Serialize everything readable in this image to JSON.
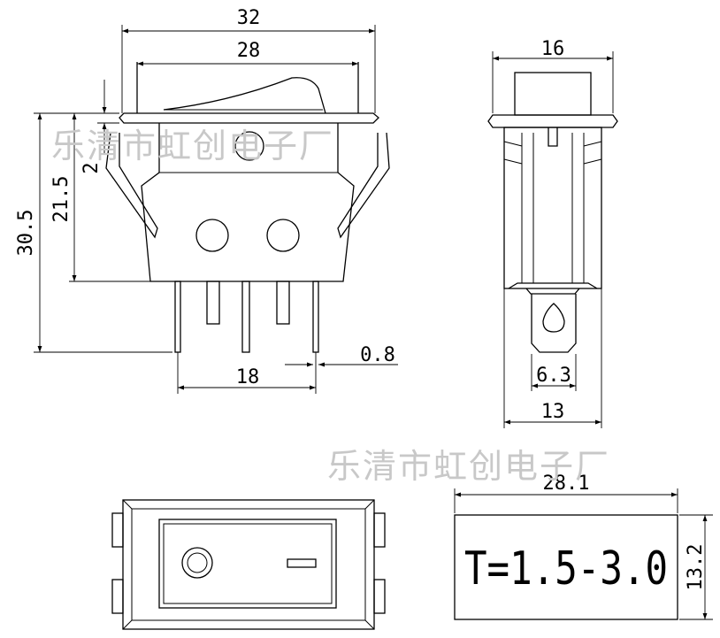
{
  "watermark": "乐清市虹创电子厂",
  "front_view": {
    "dims": {
      "overall_width": "32",
      "rocker_width": "28",
      "overall_height": "30.5",
      "body_height": "21.5",
      "flange": "2",
      "pin_span": "18",
      "pin_thickness": "0.8"
    }
  },
  "side_view": {
    "dims": {
      "top_width": "16",
      "terminal_width": "6.3",
      "body_width": "13"
    }
  },
  "label_box": {
    "text": "T=1.5-3.0",
    "width": "28.1",
    "height": "13.2"
  },
  "colors": {
    "line": "#000000",
    "watermark": "#c8c8c8"
  }
}
